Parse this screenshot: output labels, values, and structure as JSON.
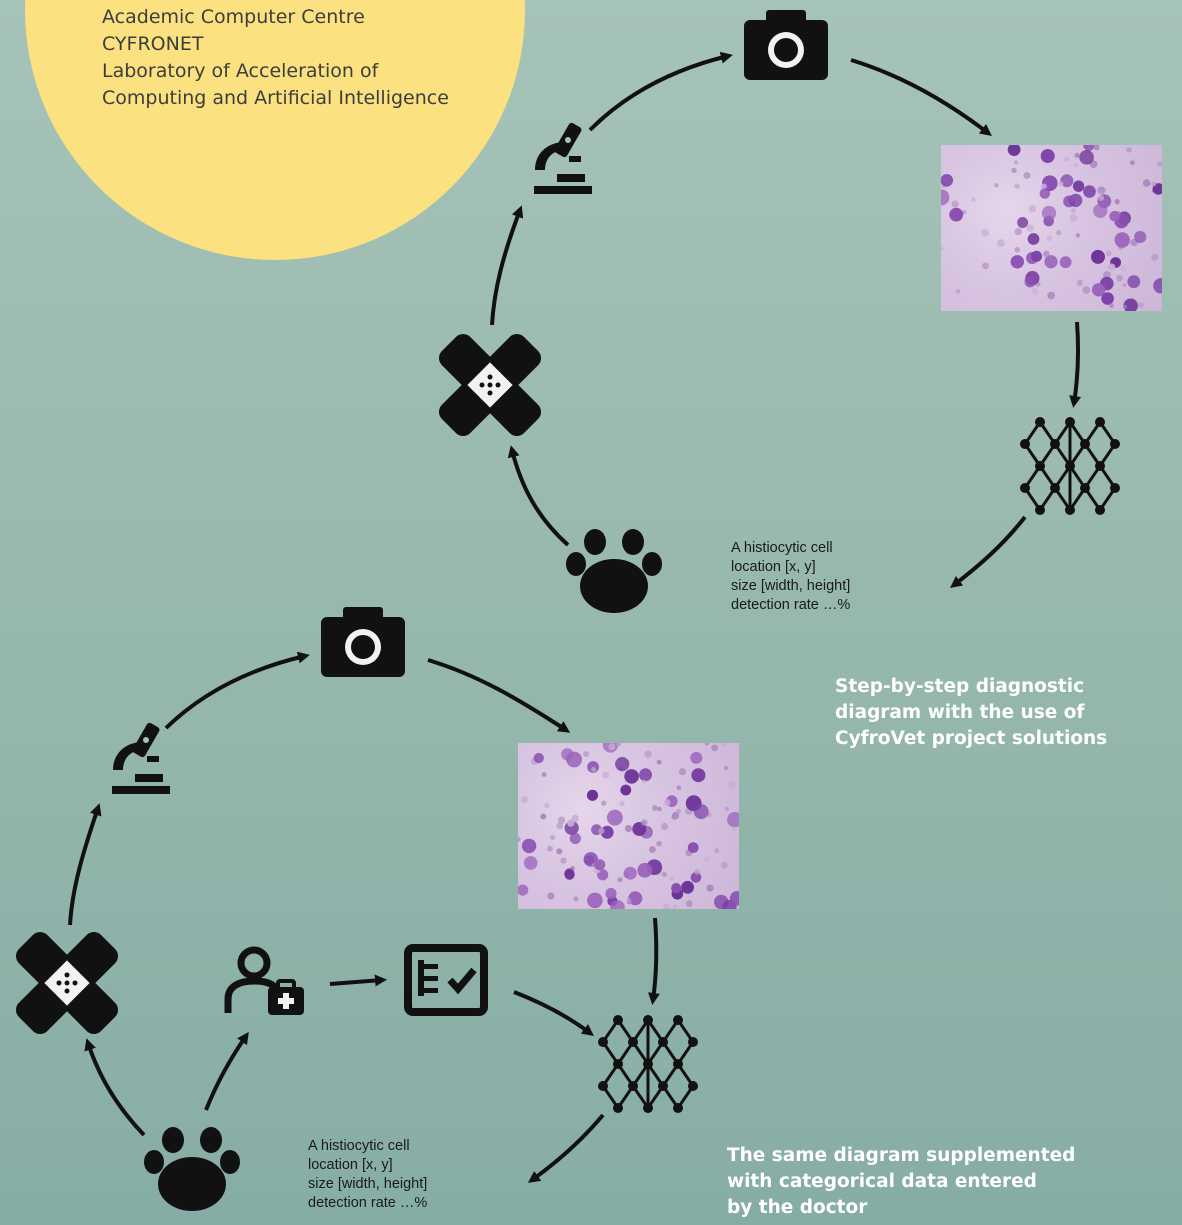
{
  "organization": {
    "lines": [
      "Academic Computer Centre",
      "CYFRONET",
      "Laboratory of Acceleration of",
      "Computing and Artificial Intelligence"
    ]
  },
  "diagram_top": {
    "caption": [
      "Step-by-step diagnostic",
      "diagram with the use of",
      "CyfroVet project solutions"
    ],
    "output": [
      "A histiocytic cell",
      "location [x, y]",
      "size [width, height]",
      "detection rate …%"
    ]
  },
  "diagram_bottom": {
    "caption": [
      "The same diagram supplemented",
      "with categorical data entered",
      "by the doctor"
    ],
    "output": [
      "A histiocytic cell",
      "location [x, y]",
      "size [width, height]",
      "detection rate …%"
    ]
  },
  "icons": {
    "paw": "paw-icon",
    "bandage": "bandage-icon",
    "microscope": "microscope-icon",
    "camera": "camera-icon",
    "cytology": "cytology-image",
    "network": "neural-network-icon",
    "doctor": "doctor-icon",
    "form": "checklist-form-icon"
  },
  "colors": {
    "background_top": "#a6c3b8",
    "background_bottom": "#86ada5",
    "sun": "#fbe180",
    "icon": "#111111",
    "caption": "#ffffff",
    "cell": "#8a4fb0"
  }
}
